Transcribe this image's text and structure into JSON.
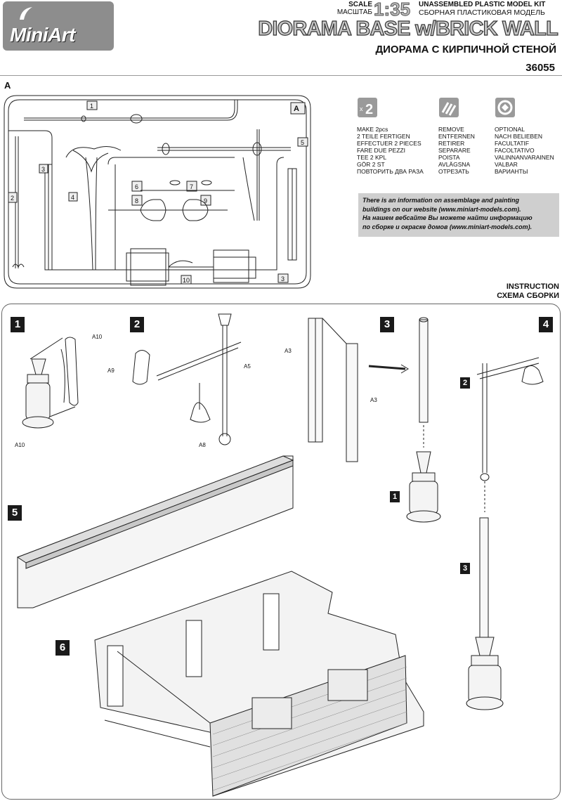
{
  "header": {
    "brand": "MiniArt",
    "scale_label_en": "SCALE",
    "scale_label_ru": "МАСШТАБ",
    "scale_value": "1:35",
    "kit_type_en": "UNASSEMBLED PLASTIC MODEL KIT",
    "kit_type_ru": "СБОРНАЯ ПЛАСТИКОВАЯ МОДЕЛЬ",
    "title_en": "DIORAMA BASE w/BRICK WALL",
    "title_ru": "ДИОРАМА С КИРПИЧНОЙ СТЕНОЙ",
    "kit_number": "36055"
  },
  "sprue": {
    "letter": "A",
    "parts": [
      "1",
      "2",
      "3",
      "4",
      "5",
      "6",
      "7",
      "8",
      "9",
      "10",
      "3"
    ]
  },
  "legend": {
    "make": {
      "icon": "x2",
      "lines": [
        "MAKE 2pcs",
        "2 TEILE FERTIGEN",
        "EFFECTUER 2 PIECES",
        "FARE DUE PEZZI",
        "TEE 2 KPL",
        "GÖR 2 ST",
        "ПОВТОРИТЬ ДВА РАЗА"
      ]
    },
    "remove": {
      "icon": "remove-icon",
      "lines": [
        "REMOVE",
        "ENTFERNEN",
        "RETIRER",
        "SEPARARE",
        "POISTA",
        "AVLÄGSNA",
        "ОТРЕЗАТЬ"
      ]
    },
    "optional": {
      "icon": "optional-icon",
      "lines": [
        "OPTIONAL",
        "NACH BELIEBEN",
        "FACULTATIF",
        "FACOLTATIVO",
        "VALINNANVARAINEN",
        "VALBAR",
        "ВАРИАНТЫ"
      ]
    }
  },
  "info": {
    "line1": "There is an information on assemblage and painting",
    "line2": "buildings on our website (www.miniart-models.com).",
    "line3": "На нашем вебсайте Вы можете найти информацию",
    "line4": "по сборке и окраске домов (www.miniart-models.com)."
  },
  "instruction": {
    "title_en": "INSTRUCTION",
    "title_ru": "СХЕМА СБОРКИ"
  },
  "steps": {
    "s1": "1",
    "s2": "2",
    "s3": "3",
    "s4": "4",
    "s5": "5",
    "s6": "6",
    "s4_ref2": "2",
    "s4_ref3": "3",
    "s3_ref1": "1"
  },
  "part_labels": {
    "a10_top": "A10",
    "a10_bottom": "A10",
    "a9": "A9",
    "a5": "A5",
    "a8": "A8",
    "a3_left": "A3",
    "a3_right": "A3"
  }
}
